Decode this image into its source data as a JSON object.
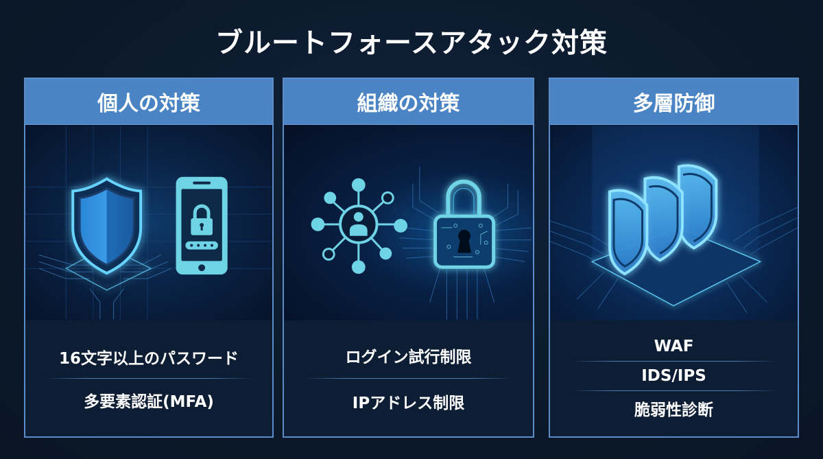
{
  "title": "ブルートフォースアタック対策",
  "colors": {
    "background": "#0b1829",
    "header_band": "#4a84c4",
    "panel_border": "#5c8dc8",
    "icon_cyan": "#6fd3e6",
    "glow_blue": "#3aa8ff"
  },
  "panels": [
    {
      "header": "個人の対策",
      "icons": [
        "shield-icon",
        "smartphone-lock-icon"
      ],
      "items": [
        "16文字以上のパスワード",
        "多要素認証(MFA)"
      ]
    },
    {
      "header": "組織の対策",
      "icons": [
        "user-network-icon",
        "circuit-padlock-icon"
      ],
      "items": [
        "ログイン試行制限",
        "IPアドレス制限"
      ]
    },
    {
      "header": "多層防御",
      "icons": [
        "layered-shields-icon"
      ],
      "items": [
        "WAF",
        "IDS/IPS",
        "脆弱性診断"
      ]
    }
  ],
  "phone_pin_mask": "* * * *"
}
